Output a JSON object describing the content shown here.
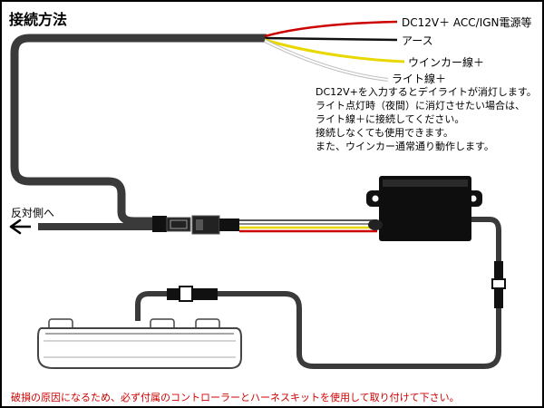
{
  "title": "接続方法",
  "wire_labels": {
    "dc12v": "DC12V＋ ACC/IGN電源等",
    "ground": "アース",
    "winker": "ウインカー線＋",
    "light": "ライト線＋"
  },
  "notes": [
    "DC12V+を入力するとデイライトが消灯します。",
    "ライト点灯時（夜間）に消灯させたい場合は、",
    "ライト線＋に接続してください。",
    "接続しなくても使用できます。",
    "また、ウインカー通常通り動作します。"
  ],
  "side_label": "反対側へ",
  "warning": "破損の原因になるため、必ず付属のコントローラーとハーネスキットを使用して取り付けて下さい。",
  "colors": {
    "frame": "#000000",
    "cable": "#3a3a3a",
    "red_wire": "#cc0000",
    "yellow_wire": "#e8d800",
    "warning_text": "#d00000"
  }
}
